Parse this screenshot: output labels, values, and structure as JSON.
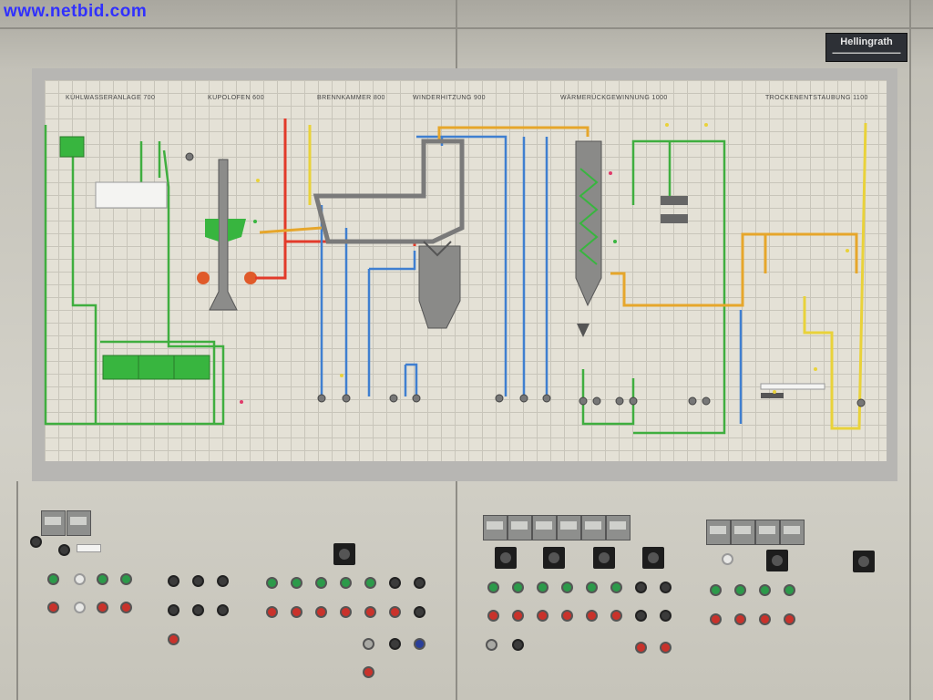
{
  "watermark": "www.netbid.com",
  "brand": {
    "name": "Hellingrath"
  },
  "diagram": {
    "sections": [
      {
        "label": "KÜHLWASSERANLAGE 700"
      },
      {
        "label": "KUPOLOFEN 600"
      },
      {
        "label": "BRENNKAMMER 800"
      },
      {
        "label": "WINDERHITZUNG 900"
      },
      {
        "label": "WÄRMERÜCKGEWINNUNG 1000"
      },
      {
        "label": "TROCKENENTSTAUBUNG 1100"
      }
    ]
  },
  "colors": {
    "cooling_line": "#3fae3f",
    "air_line": "#3f7fd0",
    "hot_gas_line": "#e23a2a",
    "exhaust_line": "#e6a62b",
    "dust_line": "#e9d23a",
    "equipment": "#7a7a7a",
    "indicator_green": "#38b53f"
  }
}
